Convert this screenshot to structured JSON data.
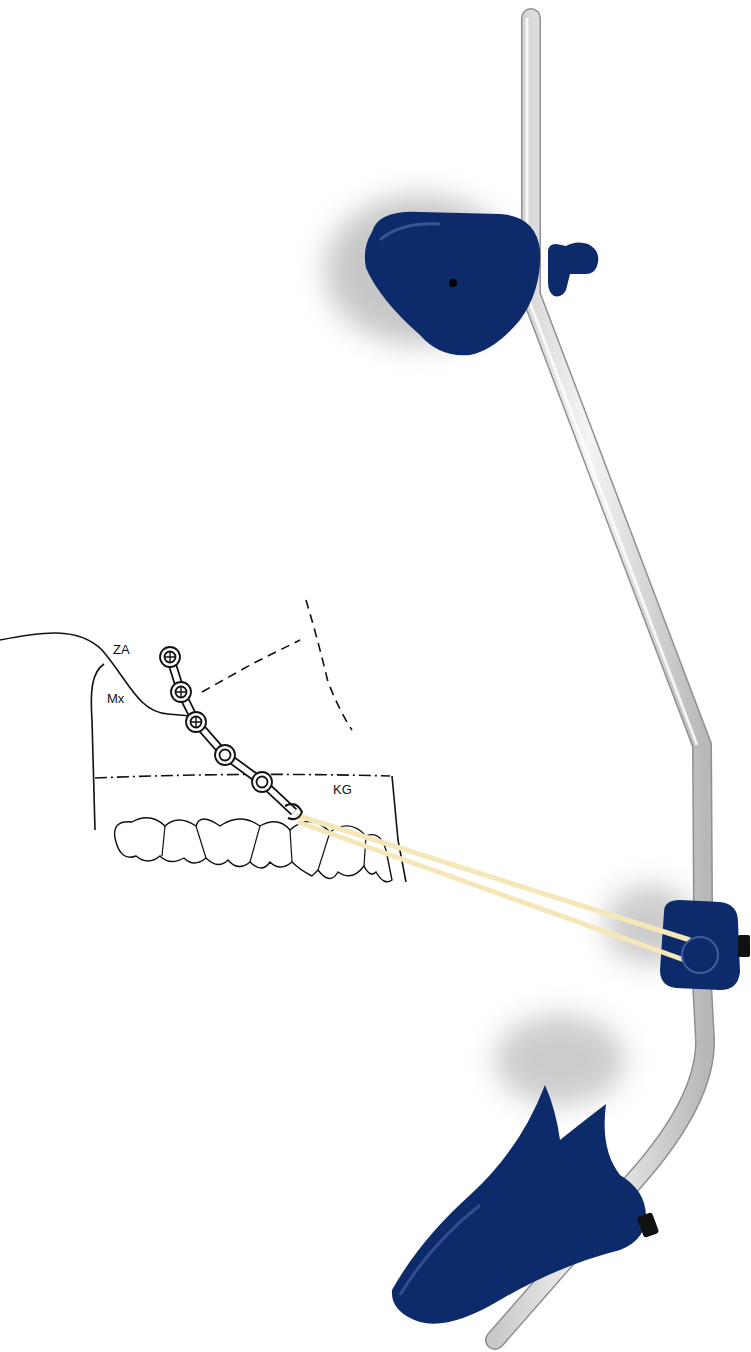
{
  "diagram": {
    "labels": [
      "ZA",
      "Mx",
      "KG"
    ]
  }
}
